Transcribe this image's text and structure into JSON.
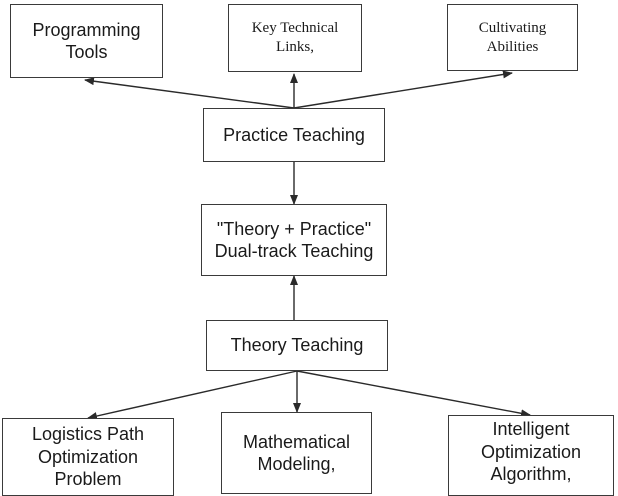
{
  "diagram": {
    "nodes": {
      "programming_tools": "Programming\nTools",
      "key_technical_links": "Key Technical\nLinks,",
      "cultivating_abilities": "Cultivating\nAbilities",
      "practice_teaching": "Practice Teaching",
      "dual_track": "\"Theory + Practice\"\nDual-track Teaching",
      "theory_teaching": "Theory Teaching",
      "logistics": "Logistics Path\nOptimization\nProblem",
      "modeling": "Mathematical\nModeling,",
      "intelligent": "Intelligent\nOptimization\nAlgorithm,"
    },
    "colors": {
      "stroke": "#2a2a2a",
      "border": "#3a3a3a",
      "text": "#1a1a1a",
      "background": "#ffffff"
    }
  }
}
